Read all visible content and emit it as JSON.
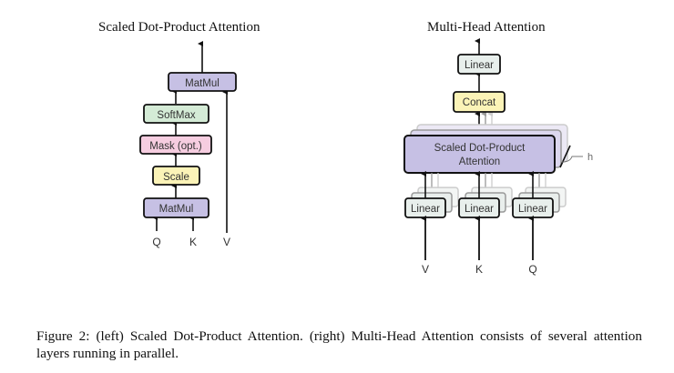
{
  "left_diagram": {
    "title": "Scaled Dot-Product Attention",
    "blocks": {
      "matmul_top": "MatMul",
      "softmax": "SoftMax",
      "mask": "Mask (opt.)",
      "scale": "Scale",
      "matmul_bottom": "MatMul"
    },
    "inputs": [
      "Q",
      "K",
      "V"
    ]
  },
  "right_diagram": {
    "title": "Multi-Head Attention",
    "blocks": {
      "linear_out": "Linear",
      "concat": "Concat",
      "attention_line1": "Scaled Dot-Product",
      "attention_line2": "Attention",
      "linear_v": "Linear",
      "linear_k": "Linear",
      "linear_q": "Linear"
    },
    "heads_label": "h",
    "inputs": [
      "V",
      "K",
      "Q"
    ]
  },
  "colors": {
    "matmul": "#c6c0e4",
    "softmax": "#d4ebd6",
    "mask": "#f6cde0",
    "scale": "#fbf3b7",
    "concat": "#fbf3b7",
    "linear": "#e8efec",
    "attention": "#c6c0e4"
  },
  "caption": "Figure 2: (left) Scaled Dot-Product Attention. (right) Multi-Head Attention consists of several attention layers running in parallel."
}
